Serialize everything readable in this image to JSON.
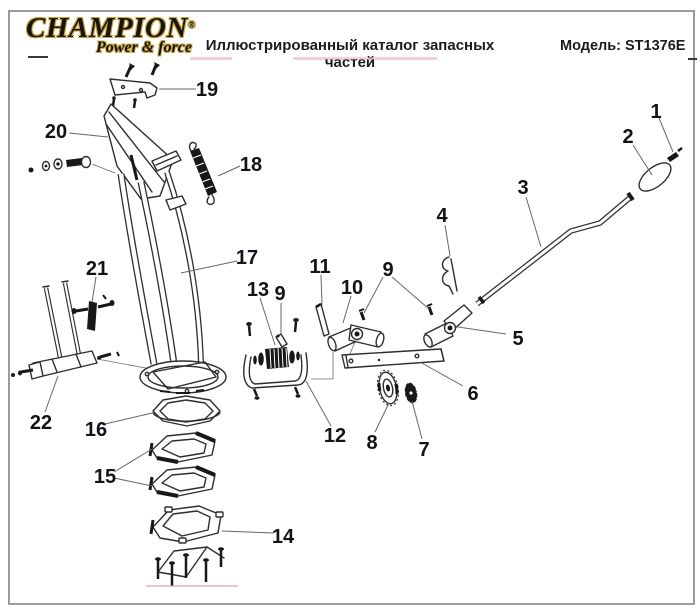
{
  "header": {
    "logo": {
      "brand": "CHAMPION",
      "registered": "®",
      "tagline": "Power & force",
      "text_color": "#161513",
      "accent_color": "#cda53e"
    },
    "title": "Иллюстрированный каталог запасных частей",
    "model": "Модель: ST1376E"
  },
  "diagram": {
    "kind": "exploded-parts-diagram",
    "line_color": "#2e2e2e",
    "leader_color": "#676767",
    "label_color": "#101418",
    "parts": [
      {
        "number": "1"
      },
      {
        "number": "2"
      },
      {
        "number": "3"
      },
      {
        "number": "4"
      },
      {
        "number": "5"
      },
      {
        "number": "6"
      },
      {
        "number": "7"
      },
      {
        "number": "8"
      },
      {
        "number": "9"
      },
      {
        "number": "10"
      },
      {
        "number": "11"
      },
      {
        "number": "12"
      },
      {
        "number": "13"
      },
      {
        "number": "14"
      },
      {
        "number": "15"
      },
      {
        "number": "16"
      },
      {
        "number": "17"
      },
      {
        "number": "18"
      },
      {
        "number": "19"
      },
      {
        "number": "20"
      },
      {
        "number": "21"
      },
      {
        "number": "22"
      }
    ]
  }
}
